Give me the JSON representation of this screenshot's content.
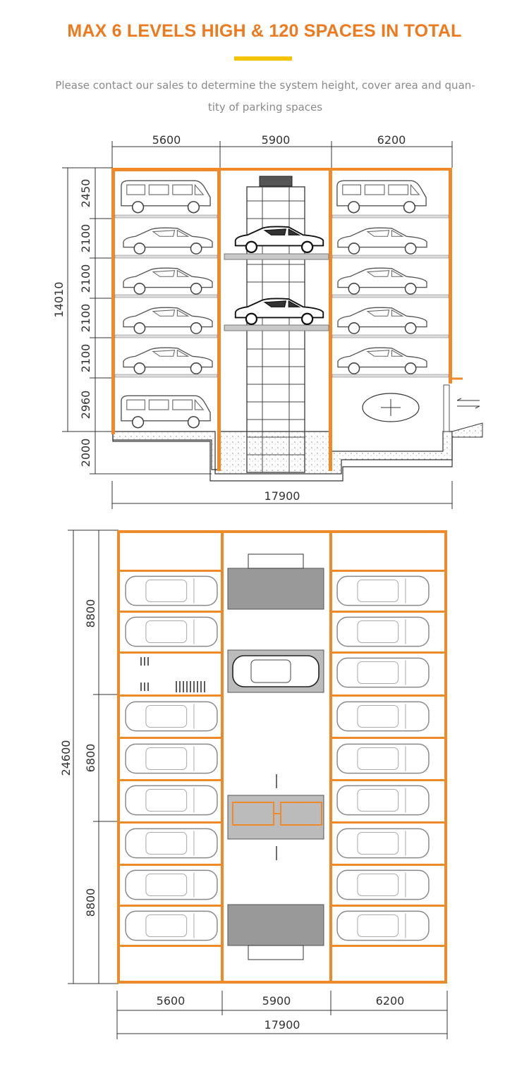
{
  "header": {
    "title": "MAX 6 LEVELS HIGH & 120 SPACES IN TOTAL",
    "subtitle": "Please contact our sales to determine the system height, cover area and quan-tity of parking spaces"
  },
  "elevation": {
    "top_dims": [
      "5600",
      "5900",
      "6200"
    ],
    "bottom_dim": "17900",
    "total_height": "14010",
    "level_dims": [
      "2450",
      "2100",
      "2100",
      "2100",
      "2100",
      "2960",
      "2000"
    ]
  },
  "plan": {
    "total_length": "24600",
    "section_dims": [
      "8800",
      "6800",
      "8800"
    ],
    "bottom_dims": [
      "5600",
      "5900",
      "6200"
    ],
    "bottom_total": "17900"
  },
  "colors": {
    "accent": "#ee7a1f",
    "highlight": "#f5c300",
    "frame": "#ee8a2a"
  }
}
